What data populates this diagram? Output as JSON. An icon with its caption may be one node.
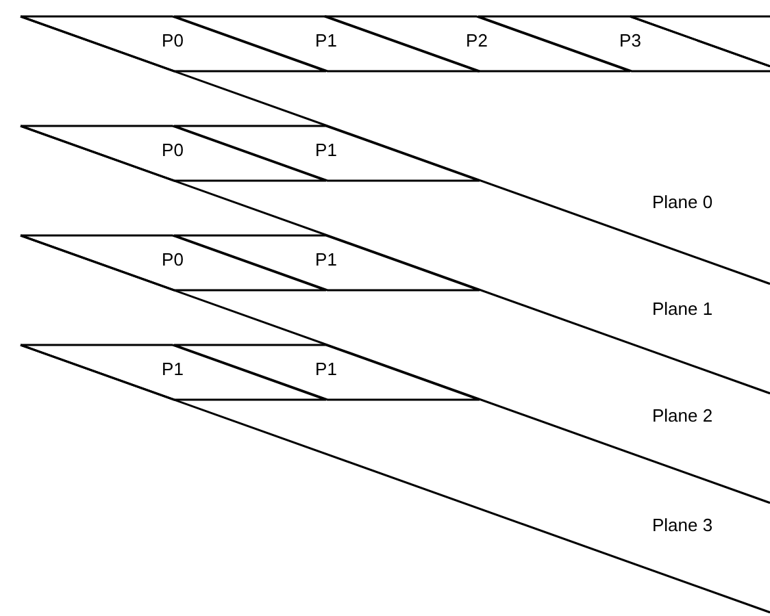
{
  "diagram": {
    "nodes": [
      {
        "text": [
          "P0"
        ]
      },
      {
        "text": [
          "P1"
        ]
      },
      {
        "text": [
          "P2"
        ]
      },
      {
        "text": [
          "P3"
        ]
      },
      {
        "text": [
          "P0"
        ]
      },
      {
        "text": [
          "P1"
        ]
      },
      {
        "text": [
          "P0"
        ]
      },
      {
        "text": [
          "P1"
        ]
      },
      {
        "text": [
          "P1"
        ]
      },
      {
        "text": [
          "P1"
        ]
      }
    ],
    "labels": [
      "Plane 0",
      "Plane 1",
      "Plane 2",
      "Plane 3"
    ]
  }
}
